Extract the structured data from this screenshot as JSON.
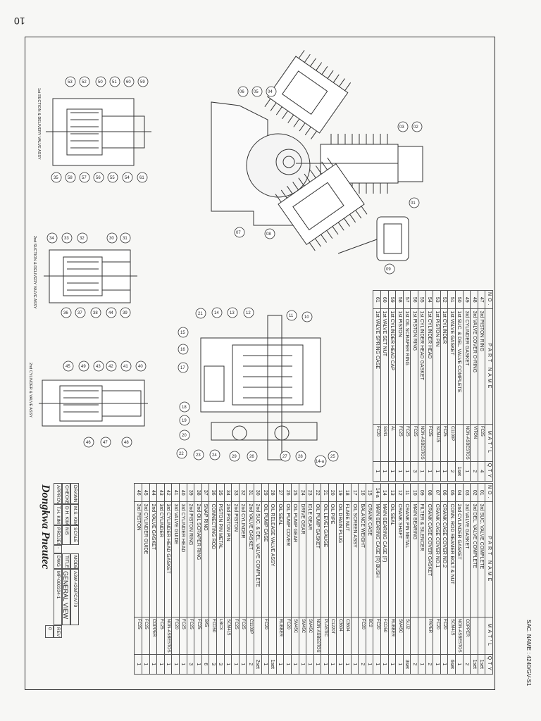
{
  "page": {
    "number": "10",
    "model_note": "SAC. NAME : 4240/GV-S1"
  },
  "view_labels": {
    "first_stage": "1st SUCTION & DELIVERY VALVE ASSY",
    "second_stage": "2nd SUCTION & DELIVERY VALVE ASSY",
    "second_cylinder": "2nd CYLINDER & VALVE ASSY"
  },
  "parts_table_right": {
    "header": {
      "no": "NO.",
      "name": "PART NAME",
      "matl": "MAT'L",
      "qty": "QTY"
    },
    "rows": [
      {
        "no": "01",
        "name": "3rd SUC. VALVE COMPLETE",
        "matl": "",
        "qty": "1set"
      },
      {
        "no": "02",
        "name": "3rd DEL. VALVE COMPLETE",
        "matl": "",
        "qty": "1set"
      },
      {
        "no": "03",
        "name": "3rd VALVE GASKET",
        "matl": "COPPER",
        "qty": "2"
      },
      {
        "no": "04",
        "name": "2nd CYLINDER GASKET",
        "matl": "NON-ASBESTOS",
        "qty": "1"
      },
      {
        "no": "05",
        "name": "CONN. ROD REAMER BOLT & NUT",
        "matl": "SCM415",
        "qty": "6set"
      },
      {
        "no": "06",
        "name": "CRANK CASE COVER NO.2",
        "matl": "FC20",
        "qty": "1"
      },
      {
        "no": "07",
        "name": "CRANK CASE COVER NO.1",
        "matl": "FC20",
        "qty": "1"
      },
      {
        "no": "08",
        "name": "CRANK CASE COVER GASKET",
        "matl": "PAPER",
        "qty": "2"
      },
      {
        "no": "09",
        "name": "FILTER & SILENCER",
        "matl": "",
        "qty": "1"
      },
      {
        "no": "10",
        "name": "MAIN BEARING",
        "matl": "",
        "qty": "2"
      },
      {
        "no": "11",
        "name": "CRANK PIN METAL",
        "matl": "SUJ2",
        "qty": "3set"
      },
      {
        "no": "12",
        "name": "CRANK SHAFT",
        "matl": "SM45C",
        "qty": "1"
      },
      {
        "no": "13",
        "name": "OIL SEAL",
        "matl": "RUBBER",
        "qty": "1"
      },
      {
        "no": "14",
        "name": "MAIN BEARING CASE (F)",
        "matl": "FCD50",
        "qty": "1"
      },
      {
        "no": "14-a",
        "name": "MAIN BEARING CASE (R) BUSH",
        "matl": "FC20",
        "qty": "1"
      },
      {
        "no": "15",
        "name": "CRANK CASE",
        "matl": "BC2",
        "qty": "1"
      },
      {
        "no": "16",
        "name": "BALANCE WEIGHT",
        "matl": "FC20",
        "qty": "2"
      },
      {
        "no": "17",
        "name": "OIL SCREEN ASSY",
        "matl": "",
        "qty": "1"
      },
      {
        "no": "18",
        "name": "FLARE NUT",
        "matl": "C3604",
        "qty": "1"
      },
      {
        "no": "19",
        "name": "OIL DRAIN PLUG",
        "matl": "C3604",
        "qty": "1"
      },
      {
        "no": "20",
        "name": "OIL PIPE",
        "matl": "C1220T",
        "qty": "1"
      },
      {
        "no": "21",
        "name": "OIL LEVEL GAUGE",
        "matl": "PLASTIC",
        "qty": "1"
      },
      {
        "no": "22",
        "name": "OIL PUMP GASKET",
        "matl": "NON-ASBESTOS",
        "qty": "1"
      },
      {
        "no": "23",
        "name": "IDLE GEAR",
        "matl": "SM45C",
        "qty": "1"
      },
      {
        "no": "24",
        "name": "DRIVE GEAR",
        "matl": "SM45C",
        "qty": "1"
      },
      {
        "no": "25",
        "name": "OIL PUMP GEAR",
        "matl": "SM45C",
        "qty": "1"
      },
      {
        "no": "26",
        "name": "OIL PUMP COVER",
        "matl": "FC20",
        "qty": "1"
      },
      {
        "no": "27",
        "name": "OIL SEAL",
        "matl": "RUBBER",
        "qty": "1"
      },
      {
        "no": "28",
        "name": "OIL RELEASE VALVE ASSY",
        "matl": "",
        "qty": "1set"
      },
      {
        "no": "29",
        "name": "OIL PUMP CASE",
        "matl": "FC20",
        "qty": "1"
      },
      {
        "no": "30",
        "name": "2nd SUC. & DEL. VALVE COMPLETE",
        "matl": "",
        "qty": "2set"
      },
      {
        "no": "31",
        "name": "2nd VALVE GASKET",
        "matl": "C1100P",
        "qty": "2"
      },
      {
        "no": "32",
        "name": "2nd CYLINDER",
        "matl": "FC25",
        "qty": "1"
      },
      {
        "no": "33",
        "name": "2nd PISTON",
        "matl": "FC25",
        "qty": "1"
      },
      {
        "no": "34",
        "name": "2nd PISTON PIN",
        "matl": "SCM415",
        "qty": "1"
      },
      {
        "no": "35",
        "name": "PISTON PIN METAL",
        "matl": "LBC3",
        "qty": "3"
      },
      {
        "no": "36",
        "name": "CONNECTING ROD",
        "matl": "FCD50",
        "qty": "3"
      },
      {
        "no": "37",
        "name": "SNAP RING",
        "matl": "SK5",
        "qty": "6"
      },
      {
        "no": "38",
        "name": "2nd OIL SCRAPER RING",
        "matl": "FC25",
        "qty": "1"
      },
      {
        "no": "39",
        "name": "2nd PISTON RING",
        "matl": "FC25",
        "qty": "3"
      },
      {
        "no": "40",
        "name": "3rd CYLINDER HEAD",
        "matl": "FC25",
        "qty": "1"
      },
      {
        "no": "41",
        "name": "3rd VALVE GUIDE",
        "matl": "FC20",
        "qty": "1"
      },
      {
        "no": "42",
        "name": "3rd CYLINDER HEAD GASKET",
        "matl": "NON-ASBESTOS",
        "qty": "1"
      },
      {
        "no": "43",
        "name": "3rd CYLINDER",
        "matl": "FC25",
        "qty": "1"
      },
      {
        "no": "44",
        "name": "2nd VALVE GASKET",
        "matl": "COPPER",
        "qty": "1"
      },
      {
        "no": "45",
        "name": "3rd CYLINDER GUIDE",
        "matl": "FC25",
        "qty": "1"
      },
      {
        "no": "46",
        "name": "3rd PISTON",
        "matl": "FC25",
        "qty": "1"
      }
    ]
  },
  "parts_table_left": {
    "header": {
      "no": "NO.",
      "name": "PART NAME",
      "matl": "MAT'L",
      "qty": "QTY"
    },
    "rows": [
      {
        "no": "47",
        "name": "3rd PISTON RING",
        "matl": "FC25",
        "qty": "4"
      },
      {
        "no": "48",
        "name": "3rd VALVE COVER O-RING",
        "matl": "VITON",
        "qty": "2"
      },
      {
        "no": "49",
        "name": "3rd CYLINDER GASKET",
        "matl": "NON-ASBESTOS",
        "qty": "1"
      },
      {
        "no": "50",
        "name": "1st SUC. & DEL. VALVE COMPLETE",
        "matl": "",
        "qty": "1set"
      },
      {
        "no": "51",
        "name": "1st VALVE GASKET",
        "matl": "C1100P",
        "qty": "2"
      },
      {
        "no": "52",
        "name": "1st CYLINDER",
        "matl": "FC25",
        "qty": "1"
      },
      {
        "no": "53",
        "name": "1st PISTON PIN",
        "matl": "SCM415",
        "qty": "1"
      },
      {
        "no": "54",
        "name": "1st CYLINDER HEAD",
        "matl": "FC25",
        "qty": "1"
      },
      {
        "no": "55",
        "name": "1st CYLINDER HEAD GASKET",
        "matl": "NON-ASBESTOS",
        "qty": "1"
      },
      {
        "no": "56",
        "name": "1st PISTON RING",
        "matl": "FC25",
        "qty": "3"
      },
      {
        "no": "57",
        "name": "1st OIL SCRAPER RING",
        "matl": "FC25",
        "qty": "1"
      },
      {
        "no": "58",
        "name": "1st PISTON",
        "matl": "FC25",
        "qty": "1"
      },
      {
        "no": "59",
        "name": "1st CYLINDER HEAD CAP",
        "matl": "AL",
        "qty": "1"
      },
      {
        "no": "60",
        "name": "1st VALVE SET NUT",
        "matl": "SS41",
        "qty": "1"
      },
      {
        "no": "61",
        "name": "1st VALVE SPRING CASE",
        "matl": "FC20",
        "qty": "1"
      }
    ]
  },
  "title_block": {
    "drawn_label": "DRAWN",
    "drawn": "M.S. KIM",
    "checked_label": "CHECKED",
    "checked": "D.H. KIM",
    "approved_label": "APPROVED",
    "approved": "T.H. KIM",
    "scale_label": "SCALE",
    "scale": "N/S",
    "projection_label": "PROJECTION",
    "projection": "-",
    "model_label": "MODEL",
    "model": "A3W-420/PCA/70",
    "title_label": "TITLE",
    "title": "GENERAL VIEW",
    "dwg_label": "DWG NO.",
    "dwg": "MP-000334-1",
    "rev_label": "REV",
    "rev": "0",
    "brand": "Dongkwa Pneutec"
  },
  "balloons": [
    "01",
    "02",
    "03",
    "04",
    "05",
    "06",
    "07",
    "08",
    "09",
    "10",
    "11",
    "12",
    "13",
    "14",
    "14-a",
    "15",
    "16",
    "17",
    "18",
    "19",
    "20",
    "21",
    "22",
    "23",
    "24",
    "25",
    "26",
    "27",
    "28",
    "29",
    "30",
    "31",
    "32",
    "33",
    "34",
    "35",
    "36",
    "37",
    "38",
    "39",
    "40",
    "41",
    "42",
    "43",
    "44",
    "45",
    "46",
    "47",
    "48",
    "49",
    "50",
    "51",
    "52",
    "53",
    "54",
    "55",
    "56",
    "57",
    "58",
    "59",
    "60",
    "61"
  ]
}
